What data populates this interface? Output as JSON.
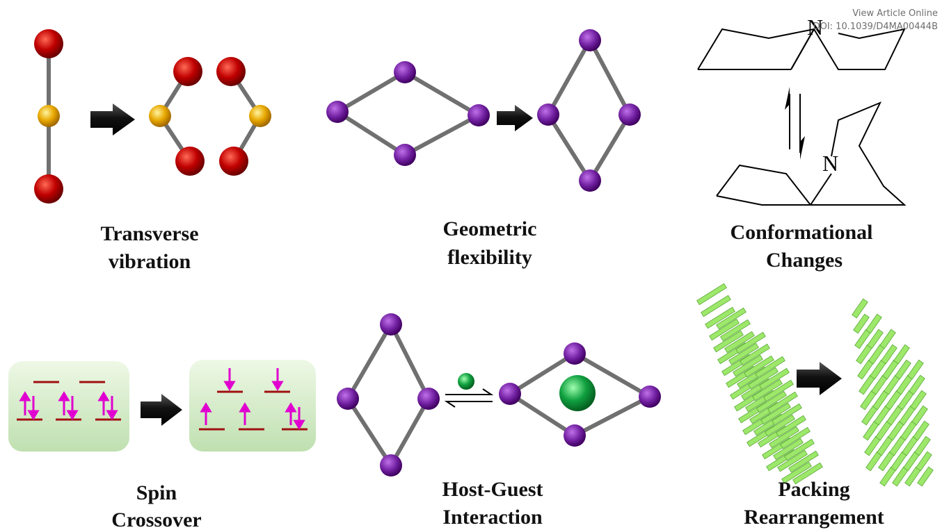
{
  "header": {
    "view_article": "View Article Online",
    "doi": "DOI: 10.1039/D4MA00444B"
  },
  "panels": {
    "transverse": {
      "line1": "Transverse",
      "line2": "vibration"
    },
    "geometric": {
      "line1": "Geometric",
      "line2": "flexibility"
    },
    "conformational": {
      "line1": "Conformational",
      "line2": "Changes",
      "atom_label": "N"
    },
    "spin": {
      "line1": "Spin",
      "line2": "Crossover"
    },
    "hostguest": {
      "line1": "Host-Guest",
      "line2": "Interaction"
    },
    "packing": {
      "line1": "Packing",
      "line2": "Rearrangement"
    }
  },
  "colors": {
    "red_atom": "#c00000",
    "gold_atom": "#e8a800",
    "purple_node": "#7020a0",
    "bond": "#707070",
    "guest": "#10a040",
    "spin_arrow": "#e000d0",
    "level": "#a01010",
    "bar_green": "#9de86a"
  },
  "icons": {
    "transform": "right-arrow-icon",
    "equilibrium": "equilibrium-arrows-icon"
  }
}
